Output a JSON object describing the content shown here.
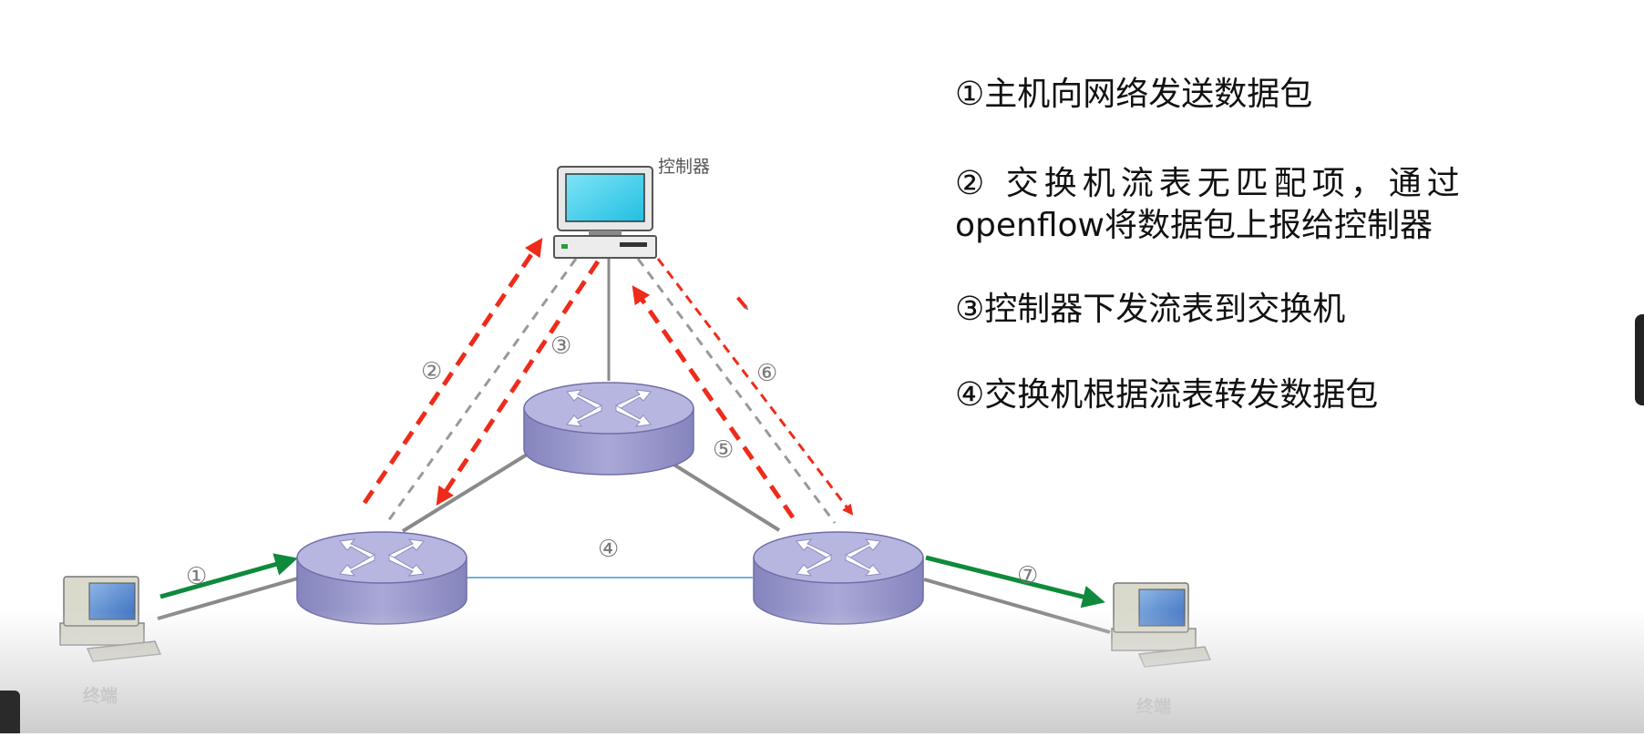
{
  "steps": [
    "①主机向网络发送数据包",
    "② 交换机流表无匹配项，通过",
    "openflow将数据包上报给控制器",
    "③控制器下发流表到交换机",
    "④交换机根据流表转发数据包"
  ],
  "diagram": {
    "controller_label": "控制器",
    "terminal_left_label": "终端",
    "terminal_right_label": "终端",
    "markers": [
      "①",
      "②",
      "③",
      "④",
      "⑤",
      "⑥",
      "⑦"
    ]
  },
  "colors": {
    "red_arrow": "#ee2b1a",
    "green_arrow": "#0f8a3c",
    "gray_link": "#7a7a7a",
    "blue_link": "#6fb0e0",
    "router_fill": "#9b9ac8"
  }
}
